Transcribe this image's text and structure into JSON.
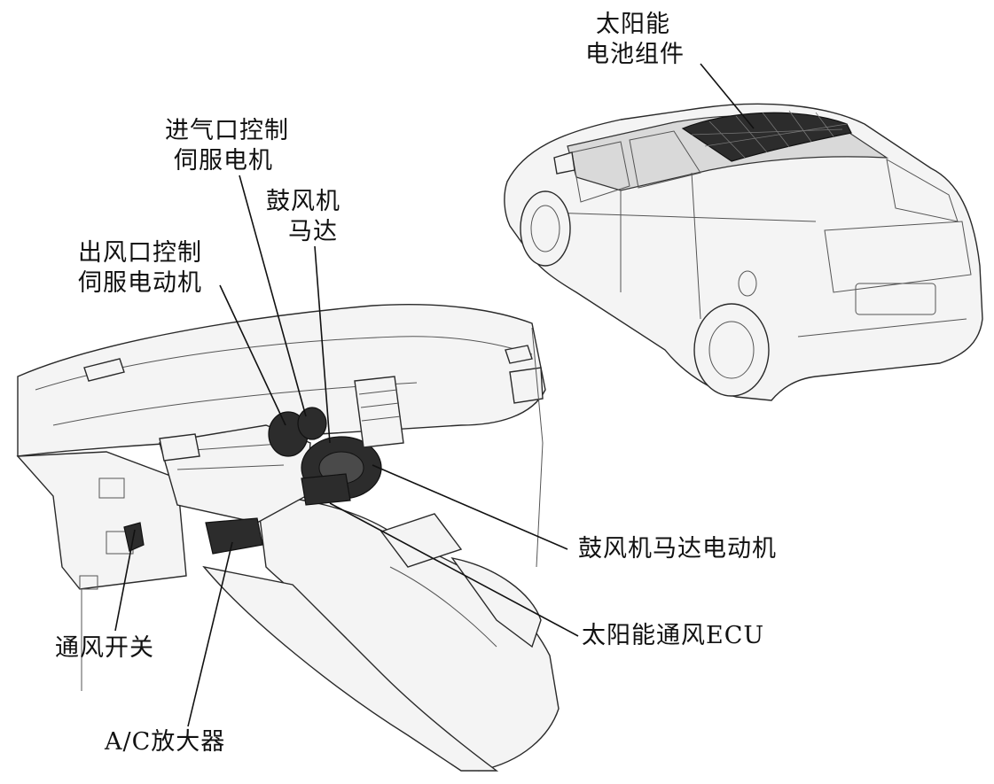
{
  "labels": {
    "solar_panel": [
      "太阳能",
      "电池组件"
    ],
    "intake_servo": [
      "进气口控制",
      "伺服电机"
    ],
    "blower_motor": [
      "鼓风机",
      "马达"
    ],
    "outlet_servo": [
      "出风口控制",
      "伺服电动机"
    ],
    "blower_motor_drive": "鼓风机马达电动机",
    "solar_vent_ecu": "太阳能通风ECU",
    "vent_switch": "通风开关",
    "ac_amplifier": "A/C放大器"
  }
}
